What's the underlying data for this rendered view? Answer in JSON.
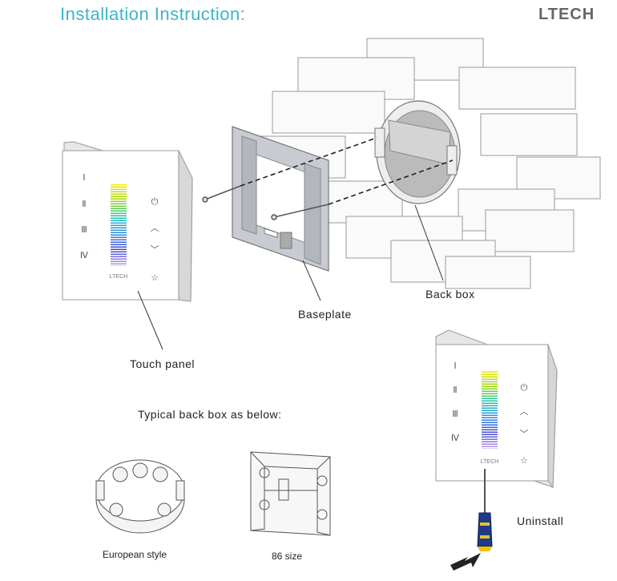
{
  "title": "Installation Instruction:",
  "brand": "LTECH",
  "labels": {
    "touch_panel": "Touch panel",
    "baseplate": "Baseplate",
    "back_box": "Back box",
    "typical": "Typical back box as below:",
    "european": "European style",
    "size86": "86 size",
    "uninstall": "Uninstall"
  },
  "panel": {
    "logo": "LTECH",
    "left_icons": [
      "I",
      "II",
      "III",
      "IV"
    ],
    "right_icons": [
      "power",
      "up",
      "down",
      "star"
    ]
  }
}
